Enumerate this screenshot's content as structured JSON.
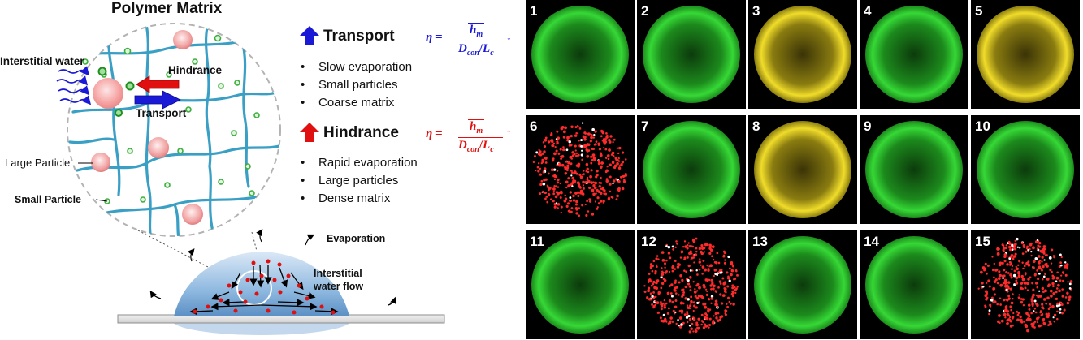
{
  "schematic": {
    "title": "Polymer Matrix",
    "interstitial_water": "Interstitial water",
    "hindrance_label": "Hindrance",
    "transport_label": "Transport",
    "large_particle": "Large Particle",
    "small_particle": "Small Particle",
    "evaporation": "Evaporation",
    "flow_label_1": "Interstitial",
    "flow_label_2": "water flow"
  },
  "transport": {
    "heading": "Transport",
    "color": "#1a1ad6",
    "bullets": [
      "Slow evaporation",
      "Small particles",
      "Coarse matrix"
    ],
    "eq_lhs": "η =",
    "eq_num": "h",
    "eq_num_sub": "m",
    "eq_den": "D",
    "eq_den_sub": "con",
    "eq_den2": "L",
    "eq_den2_sub": "c",
    "eq_arrow": "↓"
  },
  "hindrance": {
    "heading": "Hindrance",
    "color": "#e01010",
    "bullets": [
      "Rapid evaporation",
      "Large particles",
      "Dense matrix"
    ],
    "eq_lhs": "η =",
    "eq_num": "h",
    "eq_num_sub": "m",
    "eq_den": "D",
    "eq_den_sub": "con",
    "eq_den2": "L",
    "eq_den2_sub": "c",
    "eq_arrow": "↑"
  },
  "panels": [
    {
      "label": "1",
      "color": "green"
    },
    {
      "label": "2",
      "color": "green"
    },
    {
      "label": "3",
      "color": "yellow"
    },
    {
      "label": "4",
      "color": "green"
    },
    {
      "label": "5",
      "color": "yellow"
    },
    {
      "label": "6",
      "color": "red"
    },
    {
      "label": "7",
      "color": "green"
    },
    {
      "label": "8",
      "color": "yellow"
    },
    {
      "label": "9",
      "color": "green"
    },
    {
      "label": "10",
      "color": "green"
    },
    {
      "label": "11",
      "color": "green"
    },
    {
      "label": "12",
      "color": "red"
    },
    {
      "label": "13",
      "color": "green"
    },
    {
      "label": "14",
      "color": "green"
    },
    {
      "label": "15",
      "color": "red"
    }
  ],
  "colors": {
    "matrix_line": "#3a9fc4",
    "blue_arrow": "#1a1ad6",
    "red_arrow": "#e01010",
    "droplet": "#8fbde0",
    "fluor_green": "#2ecc2e",
    "fluor_yellow": "#e6d21a",
    "fluor_red": "#ff2020"
  }
}
